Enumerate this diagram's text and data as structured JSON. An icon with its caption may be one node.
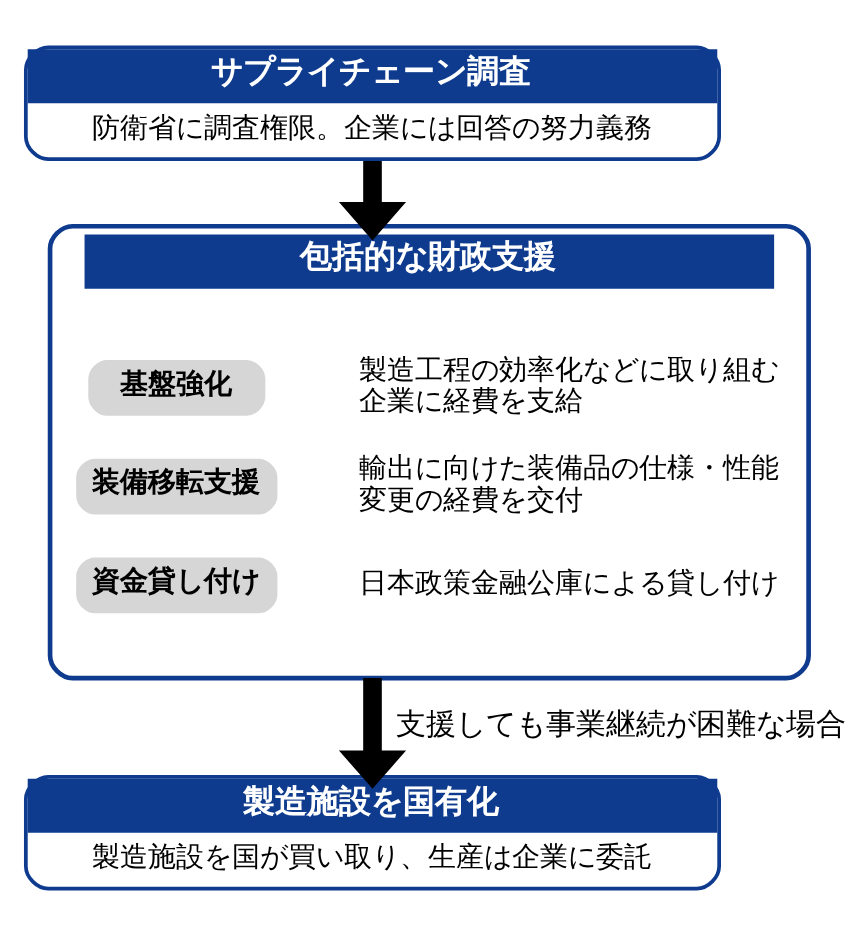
{
  "diagram": {
    "nodes": [
      {
        "text": [
          "サプライチェーン調査",
          "防衛省に調査権限。企業には回答の努力義務"
        ]
      },
      {
        "text": [
          "包括的な財政支援"
        ]
      },
      {
        "text": [
          "基盤強化"
        ],
        "in": 1,
        "beside": [
          "製造工程の効率化などに取り組む企業に経費を支給"
        ]
      },
      {
        "text": [
          "装備移転支援"
        ],
        "in": 1,
        "beside": [
          "輸出に向けた装備品の仕様・性能変更の経費を交付"
        ]
      },
      {
        "text": [
          "資金貸し付け"
        ],
        "in": 1,
        "beside": [
          "日本政策金融公庫による貸し付け"
        ]
      },
      {
        "text": [
          "製造施設を国有化",
          "製造施設を国が買い取り、生産は企業に委託"
        ]
      }
    ],
    "edges": [
      {
        "from": 0,
        "to": 1,
        "arrow": "to"
      },
      {
        "from": 1,
        "to": 5,
        "arrow": "to",
        "label": "支援しても事業継続が困難な場合"
      }
    ]
  }
}
